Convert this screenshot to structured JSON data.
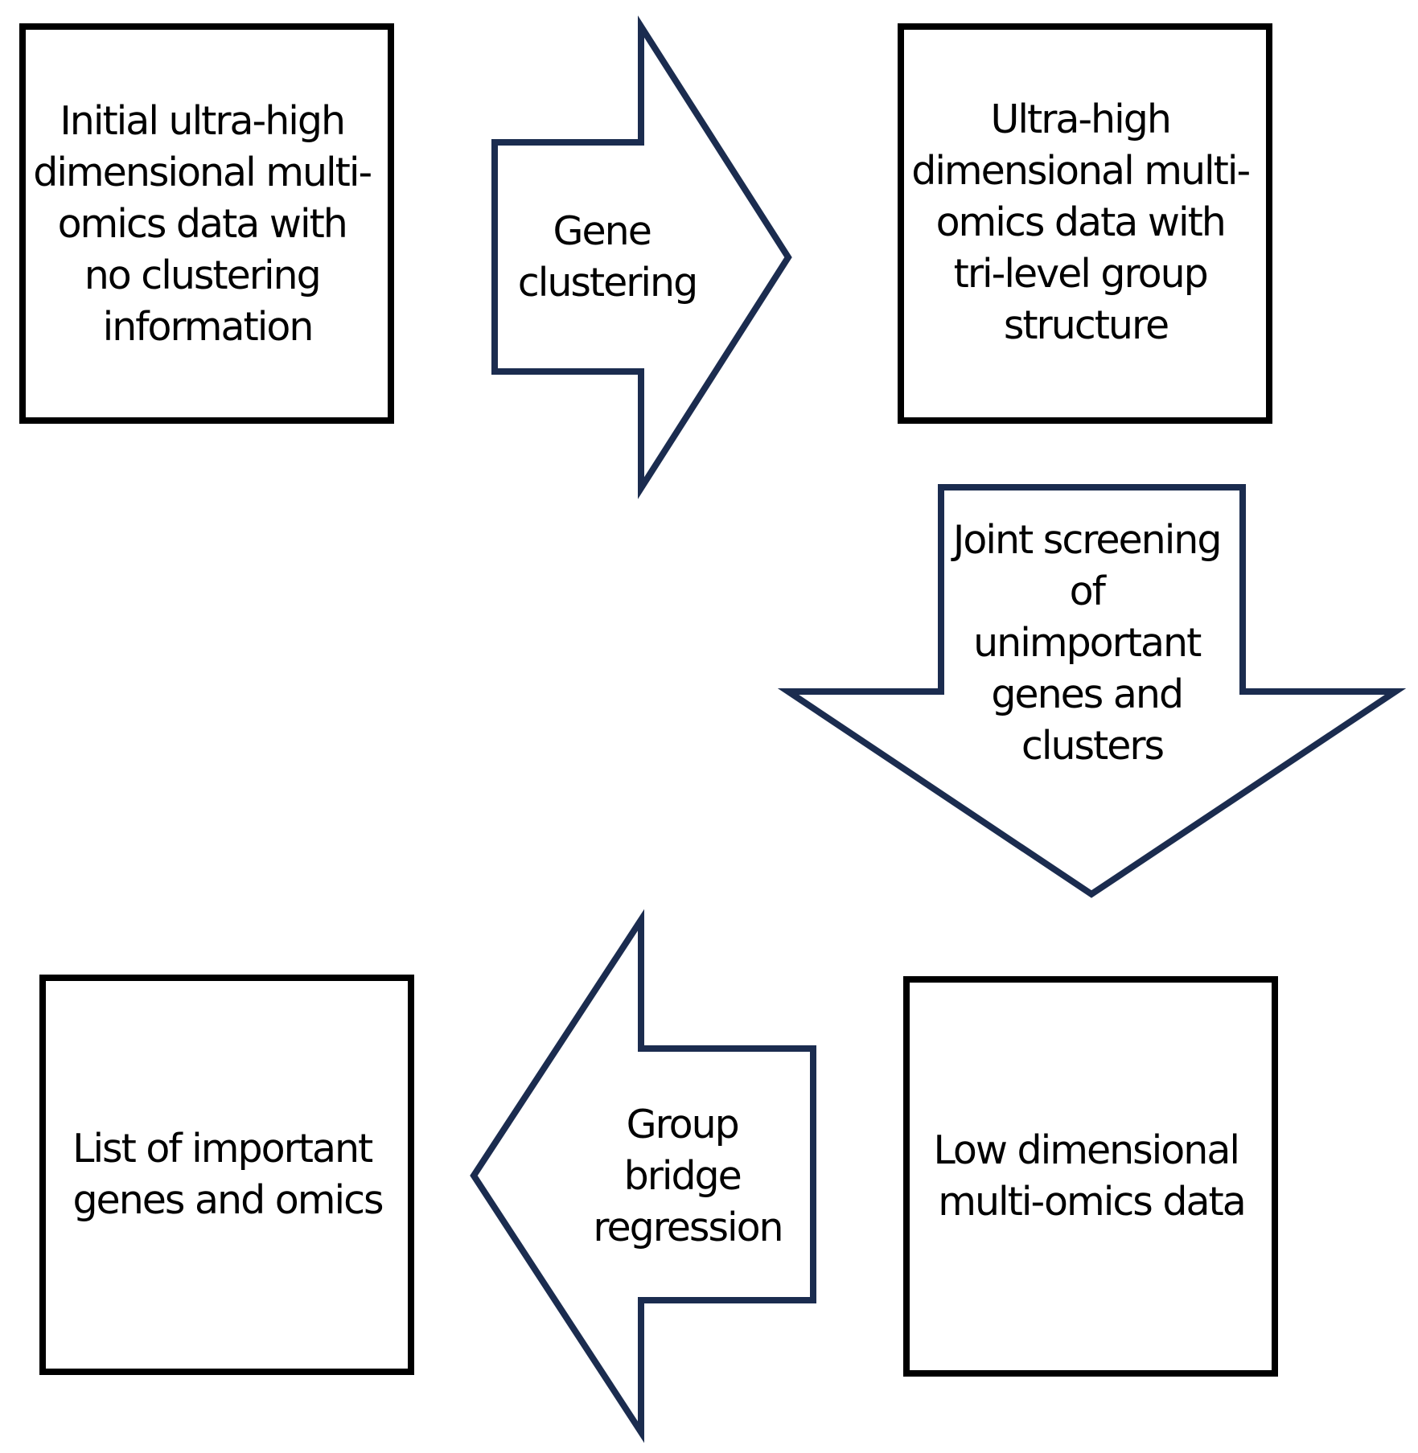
{
  "colors": {
    "box_border": "#000000",
    "arrow_border": "#1b2c4f",
    "text": "#000000",
    "background": "#ffffff"
  },
  "boxes": [
    {
      "id": "initial-data",
      "lines": [
        "Initial ultra-high",
        "dimensional multi-",
        "omics data with",
        "no clustering",
        "information"
      ]
    },
    {
      "id": "grouped-data",
      "lines": [
        "Ultra-high",
        "dimensional multi-",
        "omics data with",
        "tri-level group",
        "structure"
      ]
    },
    {
      "id": "low-dim-data",
      "lines": [
        "Low dimensional",
        "multi-omics data"
      ]
    },
    {
      "id": "important-list",
      "lines": [
        "List of important",
        "genes and omics"
      ]
    }
  ],
  "arrows": [
    {
      "id": "gene-clustering",
      "direction": "right",
      "lines": [
        "Gene",
        "clustering"
      ]
    },
    {
      "id": "joint-screening",
      "direction": "down",
      "lines": [
        "Joint screening",
        "of",
        "unimportant",
        "genes and",
        "clusters"
      ]
    },
    {
      "id": "group-bridge-regression",
      "direction": "left",
      "lines": [
        "Group",
        "bridge",
        "regression"
      ]
    }
  ]
}
